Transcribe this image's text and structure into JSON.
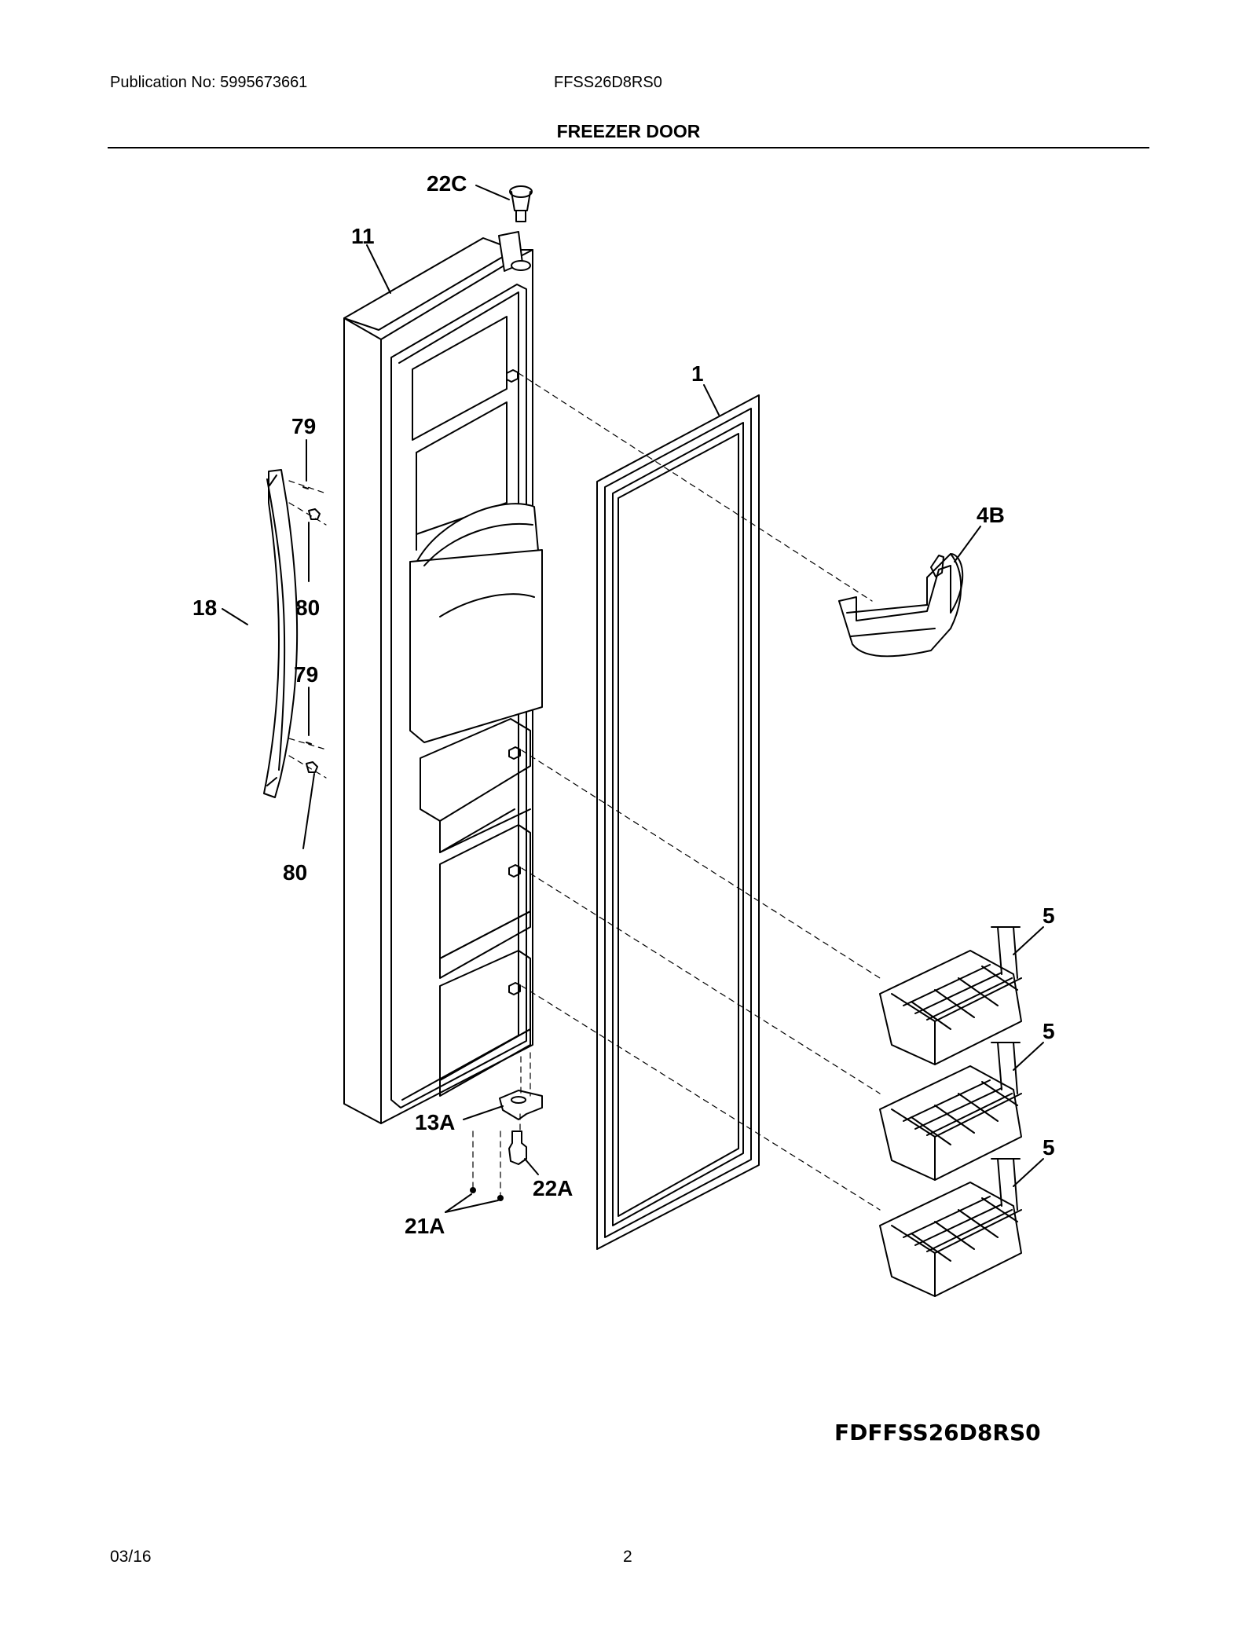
{
  "header": {
    "publication": "Publication No:  5995673661",
    "model": "FFSS26D8RS0",
    "section_title": "FREEZER DOOR"
  },
  "diagram": {
    "code": "FDFFSS26D8RS0",
    "callouts": {
      "c22C": "22C",
      "c11": "11",
      "c1": "1",
      "c79a": "79",
      "c4B": "4B",
      "c18": "18",
      "c80a": "80",
      "c79b": "79",
      "c80b": "80",
      "c5a": "5",
      "c5b": "5",
      "c5c": "5",
      "c13A": "13A",
      "c22A": "22A",
      "c21A": "21A"
    }
  },
  "footer": {
    "date": "03/16",
    "page": "2"
  }
}
